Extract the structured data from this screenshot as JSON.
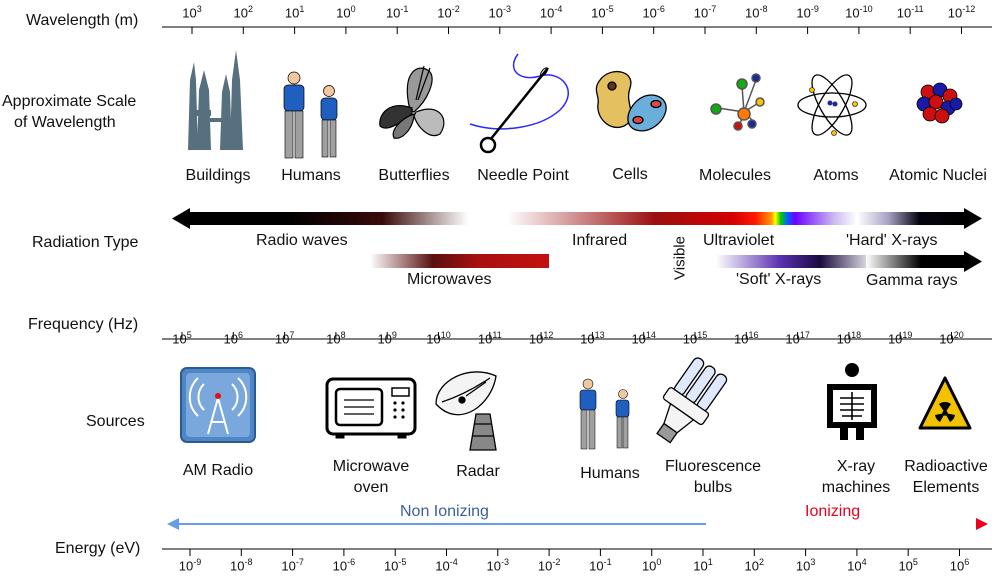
{
  "rows": {
    "wavelength": "Wavelength (m)",
    "scale_line1": "Approximate Scale",
    "scale_line2": "of Wavelength",
    "radiation": "Radiation Type",
    "frequency": "Frequency (Hz)",
    "sources": "Sources",
    "energy": "Energy (eV)"
  },
  "wavelength_ticks": [
    "3",
    "2",
    "1",
    "0",
    "-1",
    "-2",
    "-3",
    "-4",
    "-5",
    "-6",
    "-7",
    "-8",
    "-9",
    "-10",
    "-11",
    "-12"
  ],
  "frequency_ticks": [
    "5",
    "6",
    "7",
    "8",
    "9",
    "10",
    "11",
    "12",
    "13",
    "14",
    "15",
    "16",
    "17",
    "18",
    "19",
    "20"
  ],
  "energy_ticks": [
    "-9",
    "-8",
    "-7",
    "-6",
    "-5",
    "-4",
    "-3",
    "-2",
    "-1",
    "0",
    "1",
    "2",
    "3",
    "4",
    "5",
    "6"
  ],
  "tick_base": "10",
  "scale_objects": [
    {
      "name": "Buildings",
      "icon": "buildings-icon"
    },
    {
      "name": "Humans",
      "icon": "humans-icon"
    },
    {
      "name": "Butterflies",
      "icon": "butterfly-icon"
    },
    {
      "name": "Needle Point",
      "icon": "needle-icon"
    },
    {
      "name": "Cells",
      "icon": "cells-icon"
    },
    {
      "name": "Molecules",
      "icon": "molecule-icon"
    },
    {
      "name": "Atoms",
      "icon": "atom-icon"
    },
    {
      "name": "Atomic Nuclei",
      "icon": "nucleus-icon"
    }
  ],
  "radiation_types": {
    "radio": "Radio waves",
    "infrared": "Infrared",
    "visible": "Visible",
    "ultraviolet": "Ultraviolet",
    "hard_xrays": "'Hard' X-rays",
    "microwaves": "Microwaves",
    "soft_xrays": "'Soft' X-rays",
    "gamma": "Gamma rays"
  },
  "sources": {
    "am_radio": "AM Radio",
    "microwave_line1": "Microwave",
    "microwave_line2": "oven",
    "radar": "Radar",
    "humans": "Humans",
    "fluor_line1": "Fluorescence",
    "fluor_line2": "bulbs",
    "xray_line1": "X-ray",
    "xray_line2": "machines",
    "radio_line1": "Radioactive",
    "radio_line2": "Elements"
  },
  "ionizing": {
    "non_ionizing": "Non Ionizing",
    "ionizing": "Ionizing",
    "non_color": "#6a9de8",
    "ion_color": "#e8001c"
  },
  "colors": {
    "humans_shirt": "#1f5fbf",
    "building": "#56707f",
    "am_radio_bg": "#4f86c6",
    "hazard": "#f2c200",
    "microwave_bar": "#b80f12"
  }
}
